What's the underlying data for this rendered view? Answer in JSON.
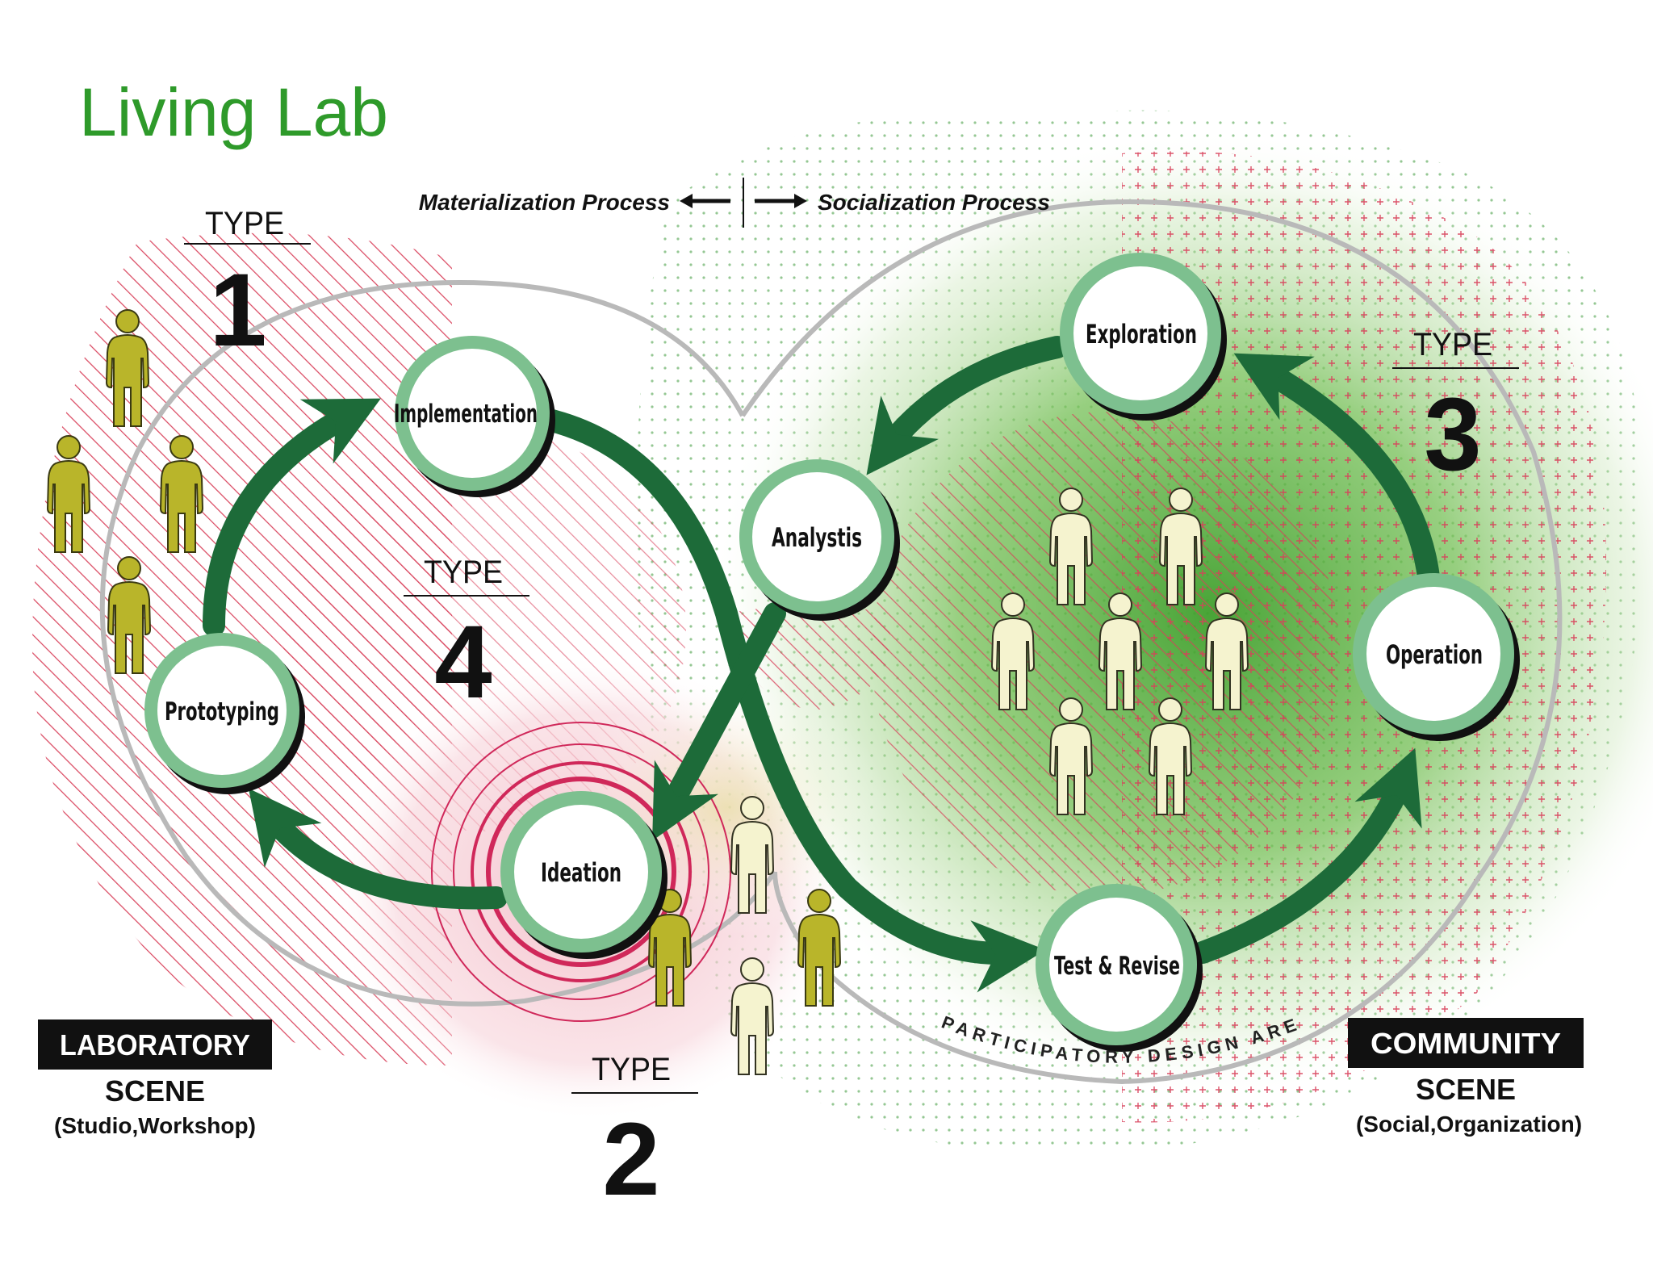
{
  "title": "Living Lab",
  "process_axis": {
    "left_label": "Materialization Process",
    "right_label": "Socialization Process"
  },
  "types": [
    {
      "word": "TYPE",
      "number": "1"
    },
    {
      "word": "TYPE",
      "number": "2"
    },
    {
      "word": "TYPE",
      "number": "3"
    },
    {
      "word": "TYPE",
      "number": "4"
    }
  ],
  "nodes": {
    "implementation": "Implementation",
    "prototyping": "Prototyping",
    "ideation": "Ideation",
    "analysis": "Analystis",
    "exploration": "Exploration",
    "operation": "Operation",
    "test_revise": "Test & Revise"
  },
  "participatory_label": "PARTICIPATORY DESIGN AREA",
  "scenes": {
    "laboratory": {
      "label": "LABORATORY",
      "scene": "SCENE",
      "detail": "(Studio,Workshop)"
    },
    "community": {
      "label": "COMMUNITY",
      "scene": "SCENE",
      "detail": "(Social,Organization)"
    }
  },
  "colors": {
    "title_green": "#2e9a2a",
    "arrow_green": "#1d6b39",
    "node_ring": "#7dc08f",
    "hatch_red": "#d8405a",
    "figure_olive": "#b9b52a",
    "figure_cream": "#f5f3cf",
    "community_green": "#5fb94a"
  }
}
